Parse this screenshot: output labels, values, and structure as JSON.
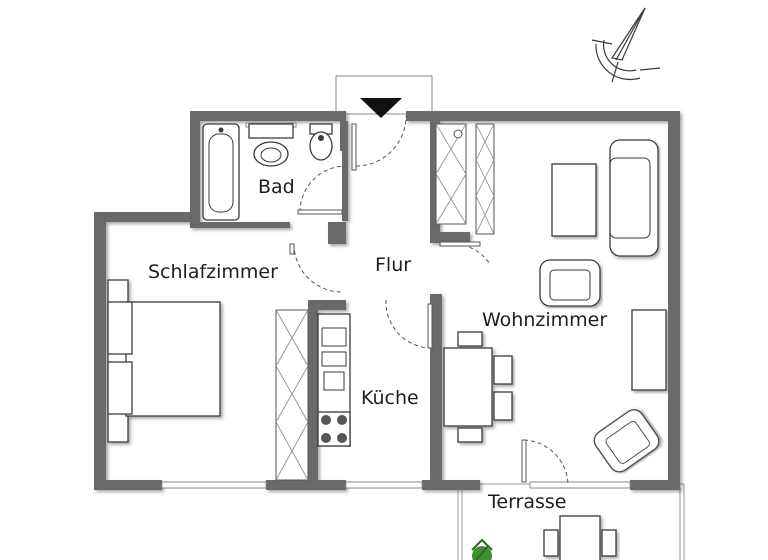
{
  "rooms": {
    "bad": "Bad",
    "schlafzimmer": "Schlafzimmer",
    "flur": "Flur",
    "wohnzimmer": "Wohnzimmer",
    "kueche": "Küche",
    "terrasse": "Terrasse"
  },
  "colors": {
    "wall": "#6b6b6b",
    "line": "#3a3a3a",
    "plant": "#3f8f2f"
  },
  "icons": {
    "compass": "compass-north-arrow-icon",
    "entrance": "entrance-triangle-icon",
    "plant": "plant-icon"
  }
}
